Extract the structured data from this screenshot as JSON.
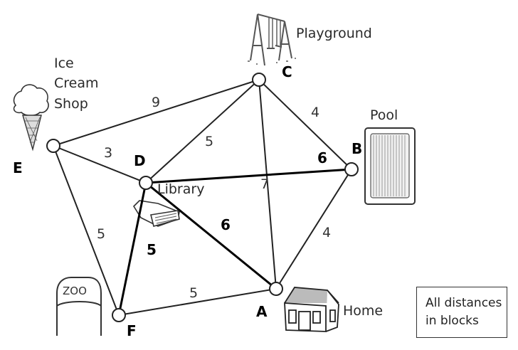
{
  "diagram": {
    "type": "weighted-graph-map",
    "nodes": [
      {
        "id": "A",
        "place": "Home"
      },
      {
        "id": "B",
        "place": "Pool"
      },
      {
        "id": "C",
        "place": "Playground"
      },
      {
        "id": "D",
        "place": "Library"
      },
      {
        "id": "E",
        "place": "Ice Cream Shop"
      },
      {
        "id": "F",
        "place": "Zoo"
      }
    ],
    "edges": [
      {
        "from": "E",
        "to": "C",
        "weight": "9",
        "highlighted": false
      },
      {
        "from": "E",
        "to": "D",
        "weight": "3",
        "highlighted": false
      },
      {
        "from": "D",
        "to": "C",
        "weight": "5",
        "highlighted": false
      },
      {
        "from": "C",
        "to": "B",
        "weight": "4",
        "highlighted": false
      },
      {
        "from": "C",
        "to": "A",
        "weight": "7",
        "highlighted": false
      },
      {
        "from": "D",
        "to": "B",
        "weight": "6",
        "highlighted": true
      },
      {
        "from": "B",
        "to": "A",
        "weight": "4",
        "highlighted": false
      },
      {
        "from": "D",
        "to": "A",
        "weight": "6",
        "highlighted": true
      },
      {
        "from": "E",
        "to": "F",
        "weight": "5",
        "highlighted": false
      },
      {
        "from": "D",
        "to": "F",
        "weight": "5",
        "highlighted": true
      },
      {
        "from": "F",
        "to": "A",
        "weight": "5",
        "highlighted": false
      }
    ]
  },
  "labels": {
    "ice_cream_line1": "Ice",
    "ice_cream_line2": "Cream",
    "ice_cream_line3": "Shop",
    "playground": "Playground",
    "pool": "Pool",
    "library": "Library",
    "zoo": "ZOO",
    "home": "Home"
  },
  "note": {
    "line1": "All distances",
    "line2": "in blocks"
  },
  "icons": [
    "ice-cream-icon",
    "swing-set-icon",
    "pool-icon",
    "book-icon",
    "zoo-gate-icon",
    "house-icon"
  ]
}
